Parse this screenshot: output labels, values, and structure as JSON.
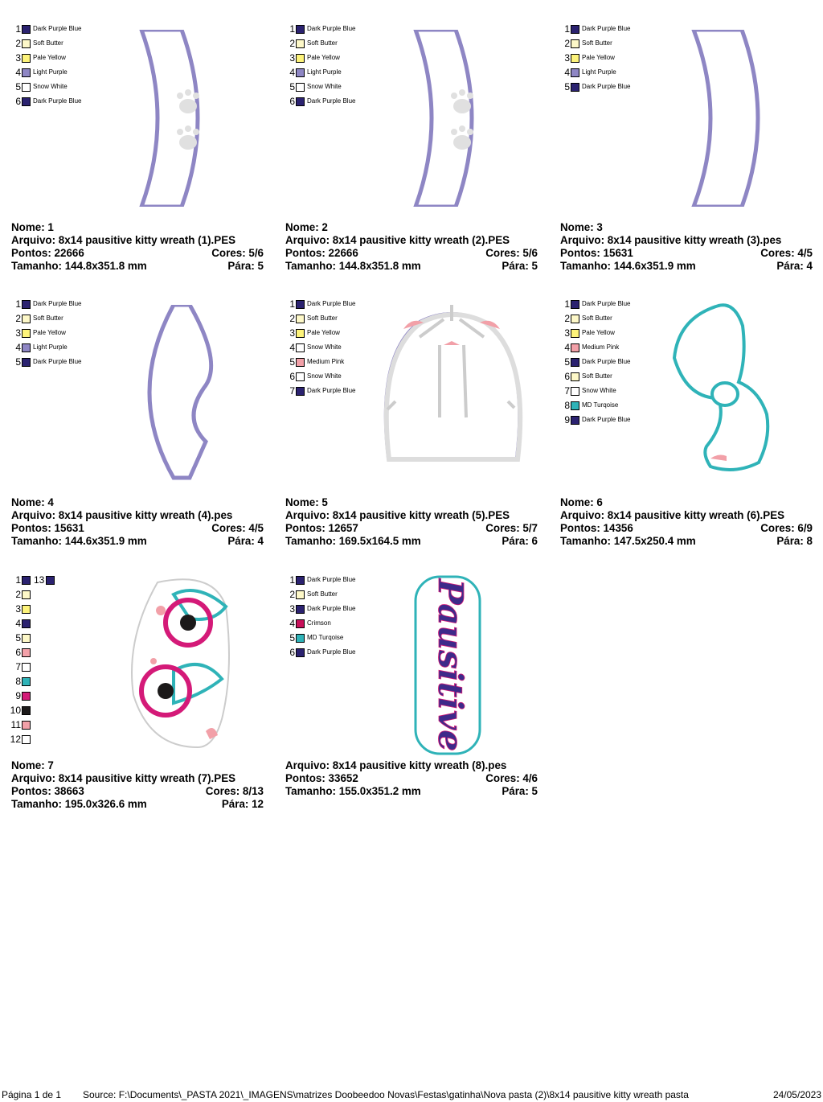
{
  "cards": [
    {
      "legend": [
        {
          "num": "1",
          "color": "#2b2270",
          "name": "Dark Purple Blue"
        },
        {
          "num": "2",
          "color": "#fdf8c8",
          "name": "Soft Butter"
        },
        {
          "num": "3",
          "color": "#fdf37a",
          "name": "Pale Yellow"
        },
        {
          "num": "4",
          "color": "#8e86c4",
          "name": "Light Purple"
        },
        {
          "num": "5",
          "color": "#ffffff",
          "name": "Snow White"
        },
        {
          "num": "6",
          "color": "#2b2270",
          "name": "Dark Purple Blue"
        }
      ],
      "nome": "Nome: 1",
      "arquivo": "Arquivo: 8x14 pausitive kitty wreath (1).PES",
      "pontos": "Pontos: 22666",
      "cores": "Cores: 5/6",
      "tamanho": "Tamanho: 144.8x351.8 mm",
      "para": "Pára: 5"
    },
    {
      "legend": [
        {
          "num": "1",
          "color": "#2b2270",
          "name": "Dark Purple Blue"
        },
        {
          "num": "2",
          "color": "#fdf8c8",
          "name": "Soft Butter"
        },
        {
          "num": "3",
          "color": "#fdf37a",
          "name": "Pale Yellow"
        },
        {
          "num": "4",
          "color": "#8e86c4",
          "name": "Light Purple"
        },
        {
          "num": "5",
          "color": "#ffffff",
          "name": "Snow White"
        },
        {
          "num": "6",
          "color": "#2b2270",
          "name": "Dark Purple Blue"
        }
      ],
      "nome": "Nome: 2",
      "arquivo": "Arquivo: 8x14 pausitive kitty wreath (2).PES",
      "pontos": "Pontos: 22666",
      "cores": "Cores: 5/6",
      "tamanho": "Tamanho: 144.8x351.8 mm",
      "para": "Pára: 5"
    },
    {
      "legend": [
        {
          "num": "1",
          "color": "#2b2270",
          "name": "Dark Purple Blue"
        },
        {
          "num": "2",
          "color": "#fdf8c8",
          "name": "Soft Butter"
        },
        {
          "num": "3",
          "color": "#fdf37a",
          "name": "Pale Yellow"
        },
        {
          "num": "4",
          "color": "#8e86c4",
          "name": "Light Purple"
        },
        {
          "num": "5",
          "color": "#2b2270",
          "name": "Dark Purple Blue"
        }
      ],
      "nome": "Nome: 3",
      "arquivo": "Arquivo: 8x14 pausitive kitty wreath (3).pes",
      "pontos": "Pontos: 15631",
      "cores": "Cores: 4/5",
      "tamanho": "Tamanho: 144.6x351.9 mm",
      "para": "Pára: 4"
    },
    {
      "legend": [
        {
          "num": "1",
          "color": "#2b2270",
          "name": "Dark Purple Blue"
        },
        {
          "num": "2",
          "color": "#fdf8c8",
          "name": "Soft Butter"
        },
        {
          "num": "3",
          "color": "#fdf37a",
          "name": "Pale Yellow"
        },
        {
          "num": "4",
          "color": "#8e86c4",
          "name": "Light Purple"
        },
        {
          "num": "5",
          "color": "#2b2270",
          "name": "Dark Purple Blue"
        }
      ],
      "nome": "Nome: 4",
      "arquivo": "Arquivo: 8x14 pausitive kitty wreath (4).pes",
      "pontos": "Pontos: 15631",
      "cores": "Cores: 4/5",
      "tamanho": "Tamanho: 144.6x351.9 mm",
      "para": "Pára: 4"
    },
    {
      "legend": [
        {
          "num": "1",
          "color": "#2b2270",
          "name": "Dark Purple Blue"
        },
        {
          "num": "2",
          "color": "#fdf8c8",
          "name": "Soft Butter"
        },
        {
          "num": "3",
          "color": "#fdf37a",
          "name": "Pale Yellow"
        },
        {
          "num": "4",
          "color": "#ffffff",
          "name": "Snow White"
        },
        {
          "num": "5",
          "color": "#f2a0a8",
          "name": "Medium Pink"
        },
        {
          "num": "6",
          "color": "#ffffff",
          "name": "Snow White"
        },
        {
          "num": "7",
          "color": "#2b2270",
          "name": "Dark Purple Blue"
        }
      ],
      "nome": "Nome: 5",
      "arquivo": "Arquivo: 8x14 pausitive kitty wreath (5).PES",
      "pontos": "Pontos: 12657",
      "cores": "Cores: 5/7",
      "tamanho": "Tamanho: 169.5x164.5 mm",
      "para": "Pára: 6"
    },
    {
      "legend": [
        {
          "num": "1",
          "color": "#2b2270",
          "name": "Dark Purple Blue"
        },
        {
          "num": "2",
          "color": "#fdf8c8",
          "name": "Soft Butter"
        },
        {
          "num": "3",
          "color": "#fdf37a",
          "name": "Pale Yellow"
        },
        {
          "num": "4",
          "color": "#f2a0a8",
          "name": "Medium Pink"
        },
        {
          "num": "5",
          "color": "#2b2270",
          "name": "Dark Purple Blue"
        },
        {
          "num": "6",
          "color": "#fdf8c8",
          "name": "Soft Butter"
        },
        {
          "num": "7",
          "color": "#ffffff",
          "name": "Snow White"
        },
        {
          "num": "8",
          "color": "#2fb3b8",
          "name": "MD Turqoise"
        },
        {
          "num": "9",
          "color": "#2b2270",
          "name": "Dark Purple Blue"
        }
      ],
      "nome": "Nome: 6",
      "arquivo": "Arquivo: 8x14 pausitive kitty wreath (6).PES",
      "pontos": "Pontos: 14356",
      "cores": "Cores: 6/9",
      "tamanho": "Tamanho: 147.5x250.4 mm",
      "para": "Pára: 8"
    },
    {
      "legend": [
        {
          "num": "1",
          "color": "#2b2270",
          "name": ""
        },
        {
          "num": "2",
          "color": "#fdf8c8",
          "name": ""
        },
        {
          "num": "3",
          "color": "#fdf37a",
          "name": ""
        },
        {
          "num": "4",
          "color": "#2b2270",
          "name": ""
        },
        {
          "num": "5",
          "color": "#fdf8c8",
          "name": ""
        },
        {
          "num": "6",
          "color": "#f2a0a8",
          "name": ""
        },
        {
          "num": "7",
          "color": "#ffffff",
          "name": ""
        },
        {
          "num": "8",
          "color": "#2fb3b8",
          "name": ""
        },
        {
          "num": "9",
          "color": "#d41a78",
          "name": ""
        },
        {
          "num": "10",
          "color": "#1c1a1a",
          "name": ""
        },
        {
          "num": "11",
          "color": "#f2a0a8",
          "name": ""
        },
        {
          "num": "12",
          "color": "#ffffff",
          "name": ""
        }
      ],
      "extra": {
        "num": "13",
        "color": "#2b2270"
      },
      "nome": "Nome: 7",
      "arquivo": "Arquivo: 8x14 pausitive kitty wreath (7).PES",
      "pontos": "Pontos: 38663",
      "cores": "Cores: 8/13",
      "tamanho": "Tamanho: 195.0x326.6 mm",
      "para": "Pára: 12"
    },
    {
      "legend": [
        {
          "num": "1",
          "color": "#2b2270",
          "name": "Dark Purple Blue"
        },
        {
          "num": "2",
          "color": "#fdf8c8",
          "name": "Soft Butter"
        },
        {
          "num": "3",
          "color": "#2b2270",
          "name": "Dark Purple Blue"
        },
        {
          "num": "4",
          "color": "#c8105a",
          "name": "Crimson"
        },
        {
          "num": "5",
          "color": "#2fb3b8",
          "name": "MD Turqoise"
        },
        {
          "num": "6",
          "color": "#2b2270",
          "name": "Dark Purple Blue"
        }
      ],
      "nome": "",
      "arquivo": "Arquivo: 8x14 pausitive kitty wreath (8).pes",
      "pontos": "Pontos: 33652",
      "cores": "Cores: 4/6",
      "tamanho": "Tamanho: 155.0x351.2 mm",
      "para": "Pára: 5"
    }
  ],
  "artwork_text": "Pausitive",
  "footer": {
    "page": "Página 1 de 1",
    "source": "Source: F:\\Documents\\_PASTA 2021\\_IMAGENS\\matrizes Doobeedoo Novas\\Festas\\gatinha\\Nova pasta (2)\\8x14 pausitive kitty wreath pasta",
    "date": "24/05/2023"
  }
}
